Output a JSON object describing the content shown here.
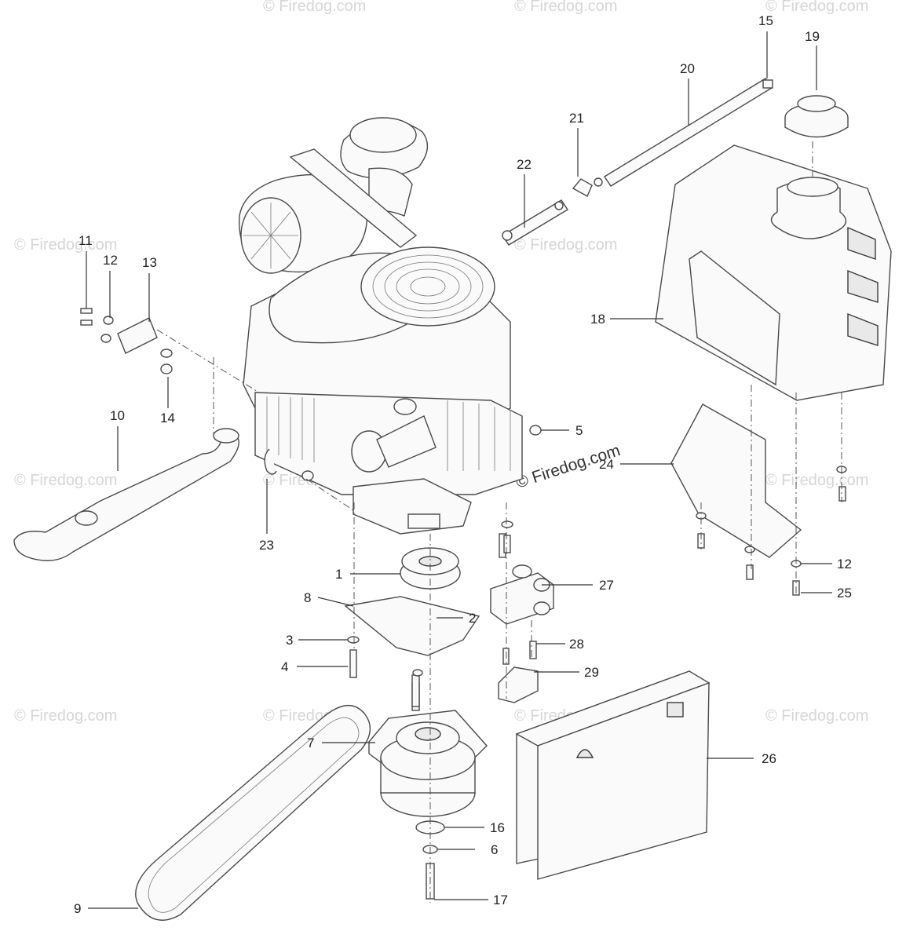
{
  "watermark": "© Firedog.com",
  "callouts": {
    "c1": "1",
    "c2": "2",
    "c3": "3",
    "c4": "4",
    "c5": "5",
    "c6": "6",
    "c7": "7",
    "c8": "8",
    "c9": "9",
    "c10": "10",
    "c11": "11",
    "c12a": "12",
    "c12b": "12",
    "c13": "13",
    "c14": "14",
    "c15": "15",
    "c16": "16",
    "c17": "17",
    "c18": "18",
    "c19": "19",
    "c20": "20",
    "c21": "21",
    "c22": "22",
    "c23": "23",
    "c24": "24",
    "c25": "25",
    "c26": "26",
    "c27": "27",
    "c28": "28",
    "c29": "29"
  },
  "colors": {
    "line": "#333333",
    "watermark": "#d6d6d6",
    "background": "#ffffff"
  }
}
